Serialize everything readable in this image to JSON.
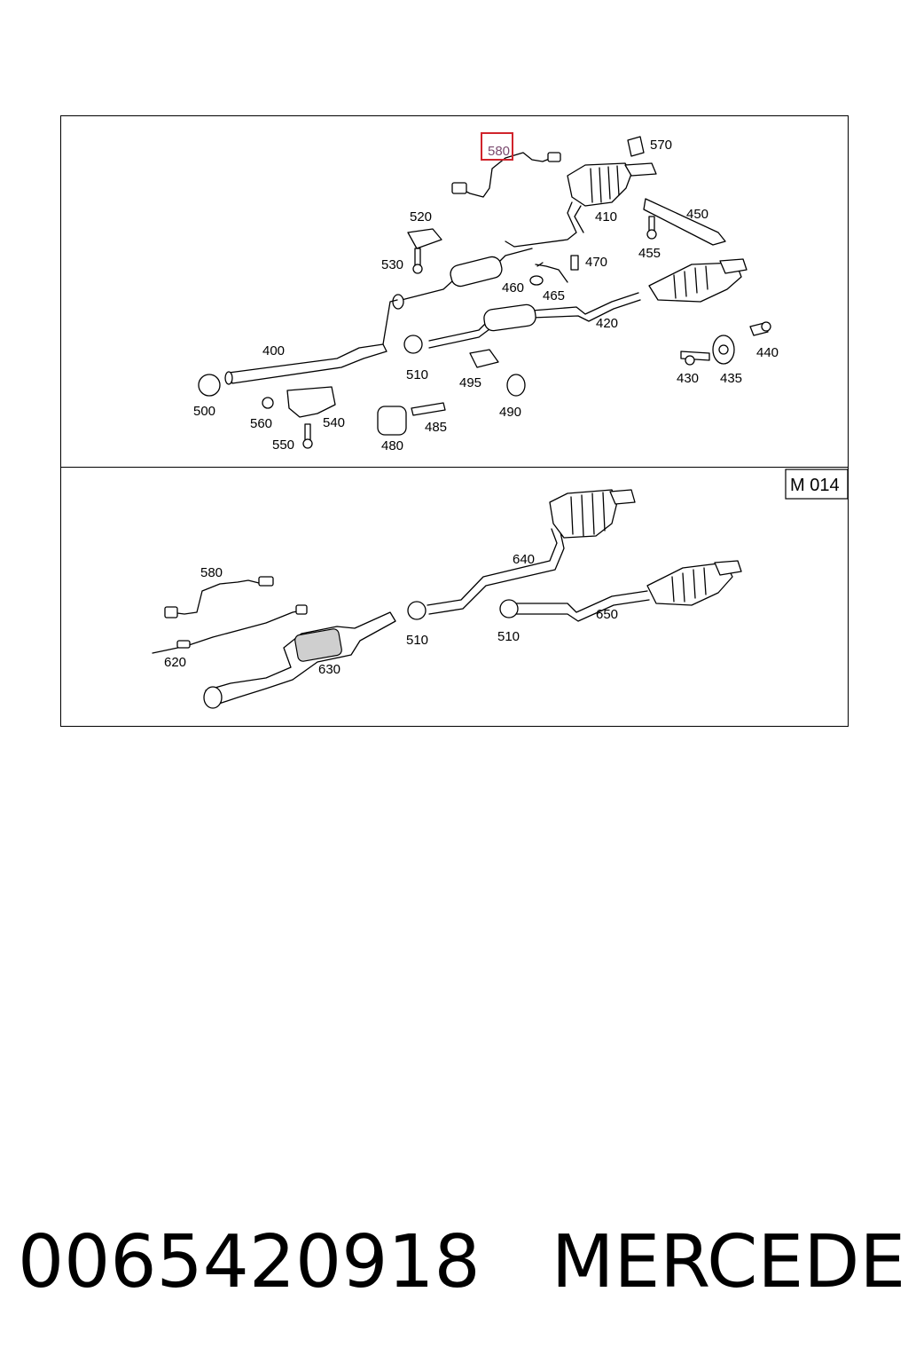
{
  "diagram": {
    "view_code": "M 014",
    "highlighted_label": "580",
    "upper_labels": [
      "570",
      "410",
      "450",
      "520",
      "455",
      "530",
      "470",
      "460",
      "465",
      "420",
      "400",
      "510",
      "440",
      "495",
      "430",
      "435",
      "500",
      "490",
      "560",
      "540",
      "485",
      "550",
      "480"
    ],
    "lower_labels": [
      "580",
      "640",
      "650",
      "510",
      "510",
      "620",
      "630"
    ],
    "highlight_color": "#d0242c"
  },
  "footer": {
    "part_number": "0065420918",
    "brand": "MERCEDES"
  }
}
